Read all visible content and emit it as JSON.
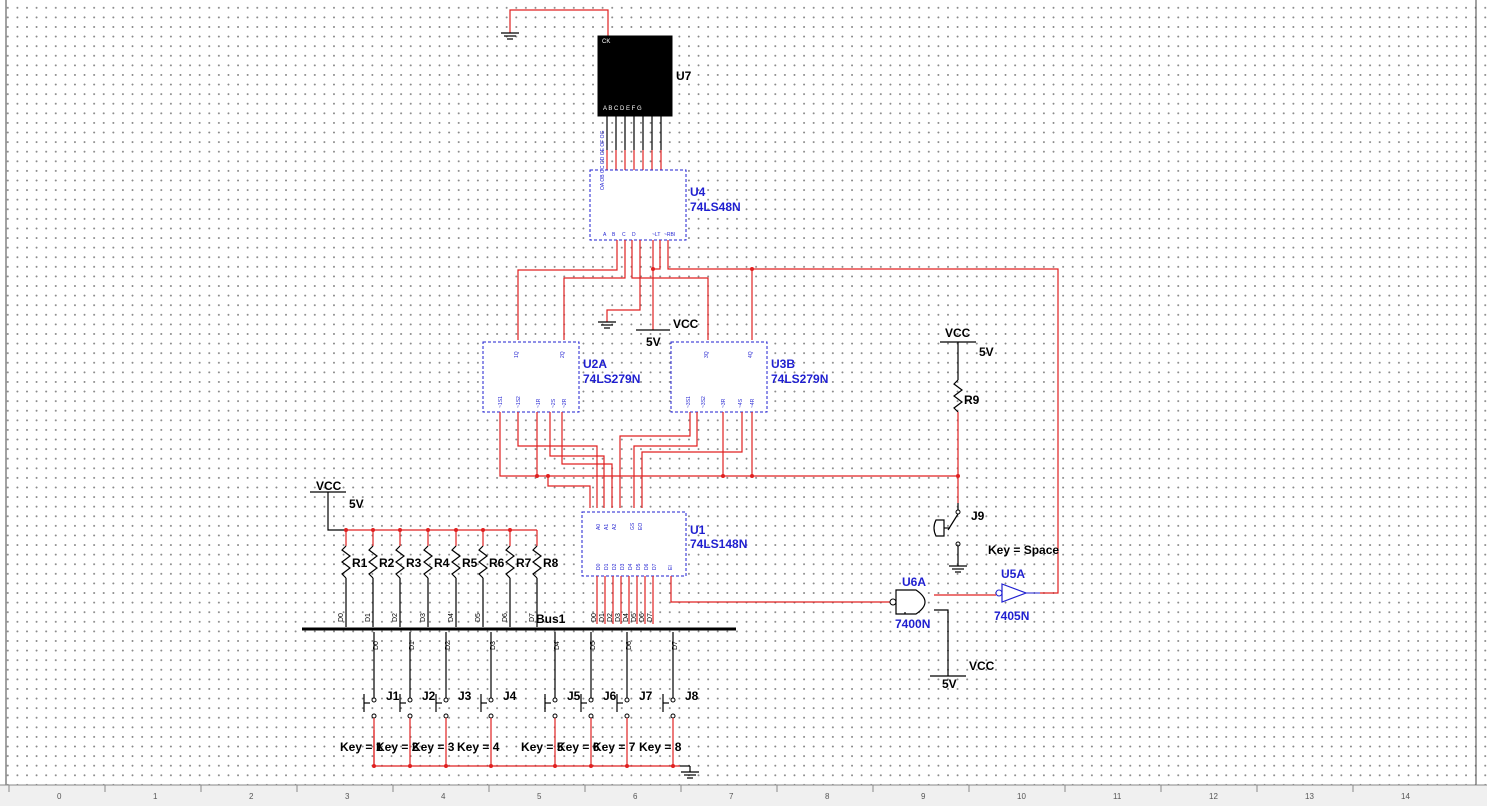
{
  "display": {
    "label": "U7",
    "pin_top": "CK",
    "pin_bottom": "A B C D E F G"
  },
  "chips": {
    "u4": {
      "ref": "U4",
      "part": "74LS48N"
    },
    "u2a": {
      "ref": "U2A",
      "part": "74LS279N"
    },
    "u3b": {
      "ref": "U3B",
      "part": "74LS279N"
    },
    "u1": {
      "ref": "U1",
      "part": "74LS148N"
    },
    "u6a": {
      "ref": "U6A",
      "part": "7400N"
    },
    "u5a": {
      "ref": "U5A",
      "part": "7405N"
    }
  },
  "power": {
    "vcc_decoder": {
      "name": "VCC",
      "value": "5V"
    },
    "vcc_r9": {
      "name": "VCC",
      "value": "5V"
    },
    "vcc_pullups": {
      "name": "VCC",
      "value": "5V"
    },
    "vcc_nand": {
      "name": "VCC",
      "value": "5V"
    }
  },
  "resistors": [
    "R1",
    "R2",
    "R3",
    "R4",
    "R5",
    "R6",
    "R7",
    "R8"
  ],
  "resistor_r9": "R9",
  "bus": {
    "name": "Bus1",
    "left_taps": [
      "D0",
      "D1",
      "D2",
      "D3",
      "D4",
      "D5",
      "D6",
      "D7"
    ],
    "encoder_taps": [
      "D0",
      "D1",
      "D2",
      "D3",
      "D4",
      "D5",
      "D6",
      "D7"
    ],
    "switch_taps": [
      "D0",
      "D1",
      "D2",
      "D3",
      "D4",
      "D5",
      "D6",
      "D7"
    ]
  },
  "switches": [
    {
      "name": "J1",
      "key": "Key = 1"
    },
    {
      "name": "J2",
      "key": "Key = 2"
    },
    {
      "name": "J3",
      "key": "Key = 3"
    },
    {
      "name": "J4",
      "key": "Key = 4"
    },
    {
      "name": "J5",
      "key": "Key = 5"
    },
    {
      "name": "J6",
      "key": "Key = 6"
    },
    {
      "name": "J7",
      "key": "Key = 7"
    },
    {
      "name": "J8",
      "key": "Key = 8"
    }
  ],
  "switch_j9": {
    "name": "J9",
    "key": "Key = Space"
  },
  "ruler": [
    "0",
    "1",
    "2",
    "3",
    "4",
    "5",
    "6",
    "7",
    "8",
    "9",
    "10",
    "11",
    "12",
    "13",
    "14"
  ],
  "colors": {
    "wire": "#e02020",
    "component": "#1f1fd0",
    "ink": "#000000"
  }
}
